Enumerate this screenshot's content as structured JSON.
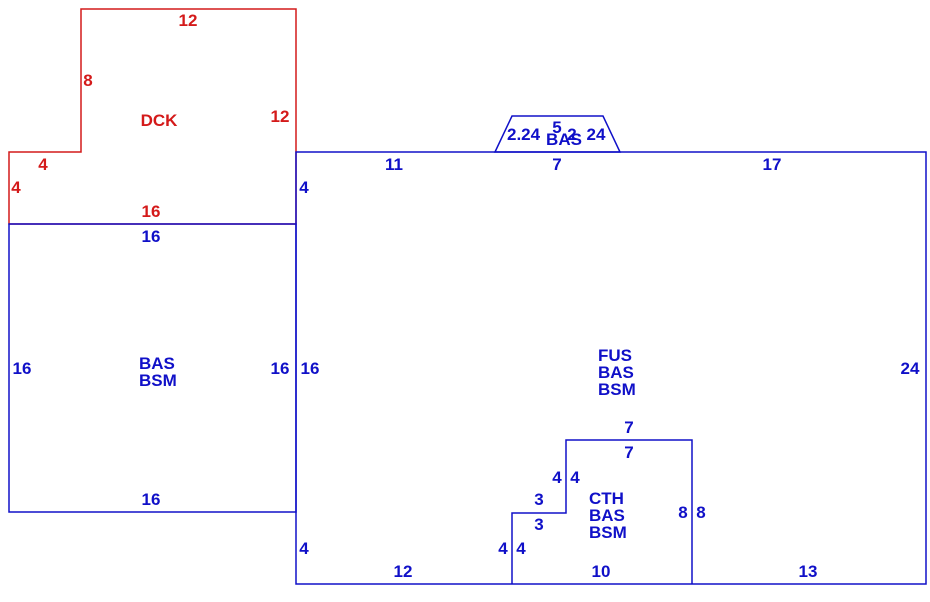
{
  "colors": {
    "dimension_blue": "#1010c8",
    "deck_red": "#d41a1a"
  },
  "deck": {
    "area_label": "DCK",
    "dims": {
      "top": "12",
      "left_upper": "8",
      "right": "12",
      "step_top": "4",
      "left_lower": "4",
      "bottom": "16"
    }
  },
  "left_section": {
    "area_labels": [
      "BAS",
      "BSM"
    ],
    "dims": {
      "top": "16",
      "left": "16",
      "right": "16",
      "bottom": "16"
    }
  },
  "main_section": {
    "area_labels": [
      "FUS",
      "BAS",
      "BSM"
    ],
    "dims": {
      "top_left": "11",
      "top_mid": "7",
      "top_right": "17",
      "left_upper": "4",
      "left_mid": "16",
      "left_lower": "4",
      "right": "24",
      "bottom_left": "12",
      "bottom_right": "13"
    }
  },
  "bay": {
    "area_label": "BAS",
    "dims": {
      "left_diag": "2.24",
      "top": "5",
      "mid": "2",
      "right_diag": "24"
    }
  },
  "cutout": {
    "area_labels": [
      "CTH",
      "BAS",
      "BSM"
    ],
    "dims": {
      "top_outer": "7",
      "top_inner": "7",
      "step_left_outer": "4",
      "step_left_inner": "4",
      "step_top_outer": "3",
      "step_top_inner": "3",
      "low_left_outer": "4",
      "low_left_inner": "4",
      "right_inner": "8",
      "right_outer": "8",
      "bottom": "10"
    }
  }
}
